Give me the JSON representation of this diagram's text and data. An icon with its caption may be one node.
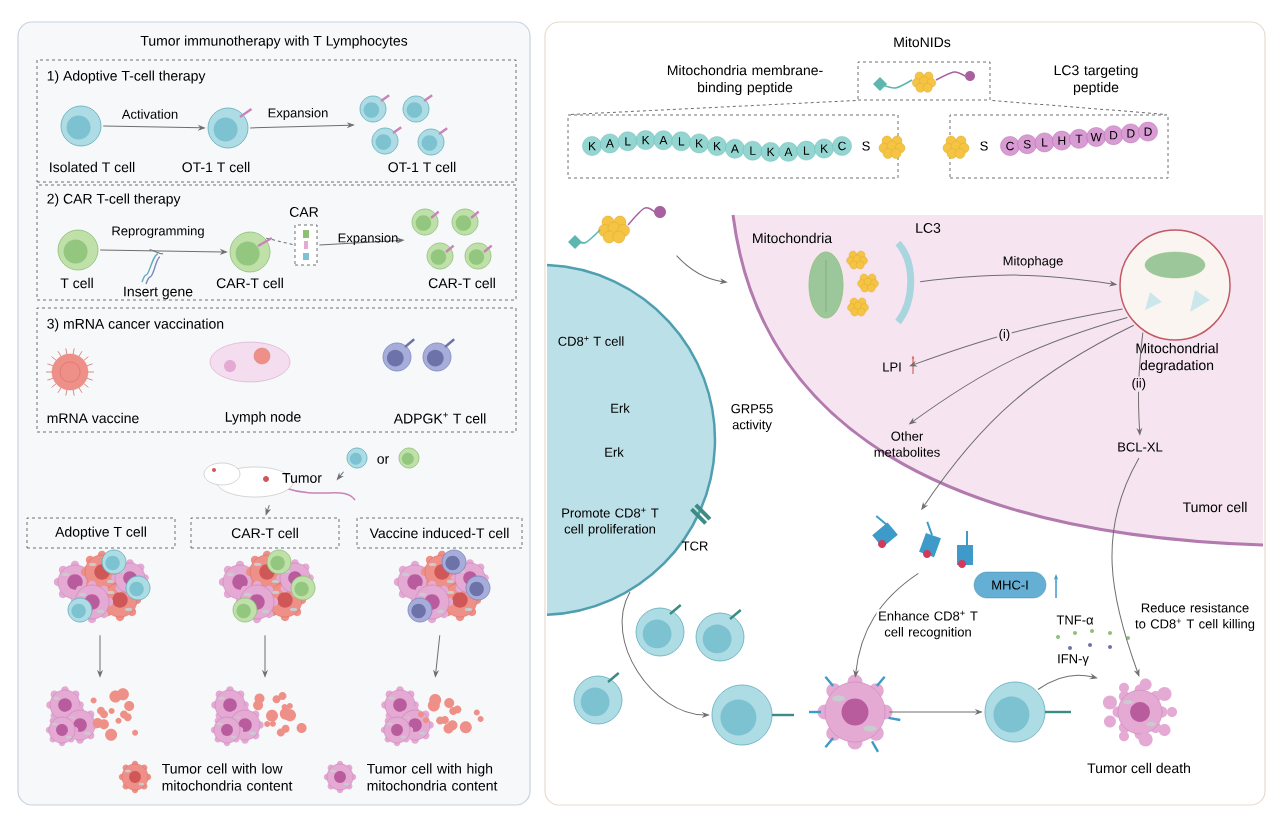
{
  "diagram": {
    "nodes": [
      {
        "text": [
          "Tumor immunotherapy with T Lymphocytes"
        ]
      },
      {
        "text": [
          "1) Adoptive T-cell therapy"
        ],
        "in": 0
      },
      {
        "text": [
          "Isolated T cell"
        ],
        "in": 1
      },
      {
        "text": [
          "OT-1 T cell"
        ],
        "in": 1
      },
      {
        "text": [
          "OT-1 T cell"
        ],
        "in": 1
      },
      {
        "text": [
          "2) CAR T-cell therapy"
        ],
        "in": 0
      },
      {
        "text": [
          "T cell"
        ],
        "in": 5
      },
      {
        "text": [
          "CAR-T cell"
        ],
        "in": 5
      },
      {
        "text": [
          "Insert gene"
        ],
        "in": 5
      },
      {
        "text": [
          "CAR"
        ],
        "in": 5
      },
      {
        "text": [
          "CAR-T cell"
        ],
        "in": 5
      },
      {
        "text": [
          "3) mRNA cancer vaccination"
        ],
        "in": 0
      },
      {
        "text": [
          "mRNA vaccine"
        ],
        "in": 11
      },
      {
        "text": [
          "Lymph node"
        ],
        "in": 11
      },
      {
        "text": [
          "ADPGK$^{+}$ T cell"
        ],
        "in": 11
      },
      {
        "text": [
          "or"
        ],
        "in": 0
      },
      {
        "text": [
          "Tumor"
        ],
        "in": 0
      },
      {
        "text": [
          "Adoptive T cell"
        ],
        "in": 0
      },
      {
        "text": [
          "CAR-T cell"
        ],
        "in": 0
      },
      {
        "text": [
          "Vaccine induced-T cell"
        ],
        "in": 0
      },
      {
        "text": [],
        "shape": "picture",
        "in": 0
      },
      {
        "text": [],
        "shape": "picture",
        "in": 0
      },
      {
        "text": [],
        "shape": "picture",
        "in": 0
      },
      {
        "text": [],
        "shape": "picture",
        "in": 0
      },
      {
        "text": [],
        "shape": "picture",
        "in": 0
      },
      {
        "text": [],
        "shape": "picture",
        "in": 0
      },
      {
        "text": [],
        "shape": "box"
      },
      {
        "text": [
          "MitoNIDs"
        ],
        "in": 26
      },
      {
        "text": [
          "K",
          "A",
          "L",
          "K",
          "A",
          "L",
          "K",
          "K",
          "A",
          "L",
          "K",
          "A",
          "L",
          "K",
          "C",
          "S"
        ],
        "in": 26
      },
      {
        "text": [
          "S",
          "C",
          "S",
          "L",
          "H",
          "T",
          "W",
          "D",
          "D",
          "D"
        ],
        "in": 26
      },
      {
        "text": [],
        "shape": "picture",
        "in": 26
      },
      {
        "text": [
          "Tumor cell"
        ],
        "in": 26
      },
      {
        "text": [
          "Mitochondria"
        ],
        "in": 31
      },
      {
        "text": [
          "LC3"
        ],
        "in": 31
      },
      {
        "text": [
          "Mitochondrial degradation"
        ],
        "in": 31
      },
      {
        "text": [
          "LPI"
        ],
        "in": 31
      },
      {
        "text": [
          "Other metabolites"
        ],
        "in": 31
      },
      {
        "text": [
          "BCL-XL"
        ],
        "in": 31
      },
      {
        "text": [],
        "shape": "picture",
        "in": 26
      },
      {
        "text": [
          "MHC-I"
        ],
        "in": 26
      },
      {
        "text": [
          "CD8$^{+}$ T cell",
          "Promote CD8$^{+}$ T cell proliferation"
        ],
        "in": 26
      },
      {
        "text": [],
        "shape": "picture",
        "in": 26
      },
      {
        "text": [],
        "shape": "picture",
        "in": 26
      },
      {
        "text": [],
        "shape": "picture",
        "in": 26
      },
      {
        "text": [
          "Tumor cell death"
        ],
        "in": 26
      }
    ],
    "edges": [
      {
        "from": 2,
        "to": 3,
        "arrow": "to",
        "label": "Activation"
      },
      {
        "from": 3,
        "to": 4,
        "arrow": "to",
        "label": "Expansion"
      },
      {
        "from": 6,
        "to": 7,
        "arrow": "to",
        "label": "Reprogramming"
      },
      {
        "from": 8,
        "to": null,
        "arrow": "none"
      },
      {
        "from": 7,
        "to": 9,
        "arrow": "none",
        "style": "dashed"
      },
      {
        "from": 9,
        "to": 10,
        "arrow": "to",
        "label": "Expansion"
      },
      {
        "from": 15,
        "to": 16,
        "arrow": "to"
      },
      {
        "from": 16,
        "to": 18,
        "arrow": "to"
      },
      {
        "from": 20,
        "to": 23,
        "arrow": "to"
      },
      {
        "from": 21,
        "to": 24,
        "arrow": "to"
      },
      {
        "from": 22,
        "to": 25,
        "arrow": "to"
      },
      {
        "from": 27,
        "to": 28,
        "arrow": "none",
        "style": "dashed"
      },
      {
        "from": 27,
        "to": 29,
        "arrow": "none",
        "style": "dashed"
      },
      {
        "from": 30,
        "to": 31,
        "arrow": "to"
      },
      {
        "from": 33,
        "to": 34,
        "arrow": "to",
        "label": "Mitophage"
      },
      {
        "from": 34,
        "to": 35,
        "arrow": "to",
        "label": "(i)"
      },
      {
        "from": 34,
        "to": 36,
        "arrow": "to"
      },
      {
        "from": 34,
        "to": 37,
        "arrow": "to",
        "label": "(ii)"
      },
      {
        "from": 34,
        "to": 38,
        "arrow": "to"
      },
      {
        "from": 38,
        "to": 42,
        "arrow": "to",
        "label": "Enhance CD8$^{+}$ T cell recognition"
      },
      {
        "from": 40,
        "to": 41,
        "arrow": "to"
      },
      {
        "from": 42,
        "to": 43,
        "arrow": "to"
      },
      {
        "from": 43,
        "to": 44,
        "arrow": "to",
        "label": "TNF-α"
      },
      {
        "from": 37,
        "to": 44,
        "arrow": "to",
        "label": "Reduce resistance to CD8$^{+}$ T cell killing"
      }
    ],
    "labels": [
      "Mitochondria membrane-binding peptide",
      "LC3 targeting peptide",
      "Erk",
      "GRP55 activity",
      "Erk",
      "TCR",
      "IFN-γ"
    ],
    "legend": [
      {
        "text": "Tumor cell with low mitochondria content"
      },
      {
        "text": "Tumor cell with high mitochondria content"
      }
    ]
  }
}
